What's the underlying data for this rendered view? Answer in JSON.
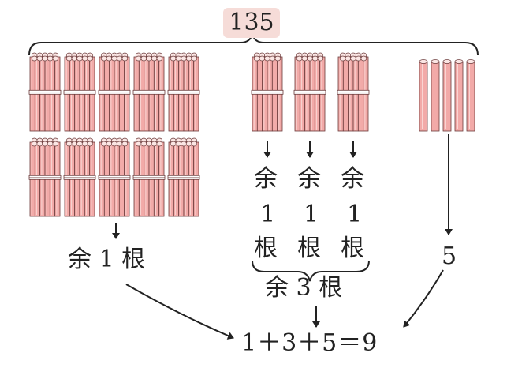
{
  "total": "135",
  "hundreds_remainder": "余 1 根",
  "tens_remainders": [
    {
      "yu": "余",
      "one": "1",
      "gen": "根"
    },
    {
      "yu": "余",
      "one": "1",
      "gen": "根"
    },
    {
      "yu": "余",
      "one": "1",
      "gen": "根"
    }
  ],
  "tens_total": "余 3 根",
  "ones_value": "5",
  "equation": "1＋3＋5＝9",
  "colors": {
    "stick_fill": "#f2aaa8",
    "stick_stroke": "#6b3b3b",
    "stick_highlight": "#f9d4d2",
    "number_box": "#f6dcd8",
    "ink": "#222222"
  },
  "counts": {
    "hundred_bundles": 10,
    "ten_bundles": 3,
    "single_sticks": 5
  }
}
